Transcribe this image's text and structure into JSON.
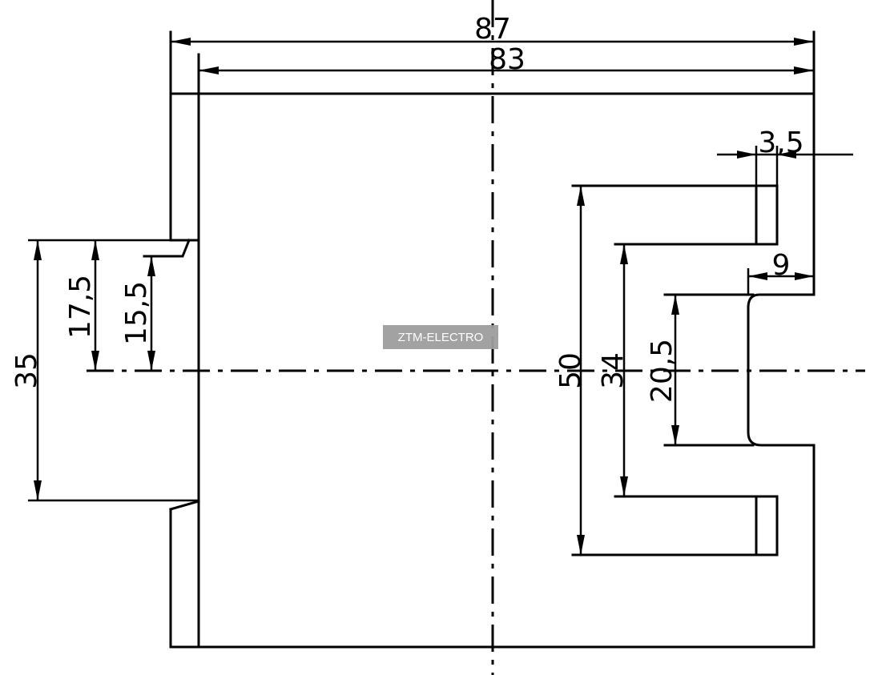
{
  "dimensions": {
    "overall_width": "87",
    "body_width": "83",
    "slot_width": "3,5",
    "notch_depth": "9",
    "outer_slot_height": "50",
    "inner_slot_height": "34",
    "notch_height": "20,5",
    "step_height": "35",
    "step_half": "17,5",
    "step_inner_half": "15,5"
  },
  "watermark": "ZTM-ELECTRO"
}
